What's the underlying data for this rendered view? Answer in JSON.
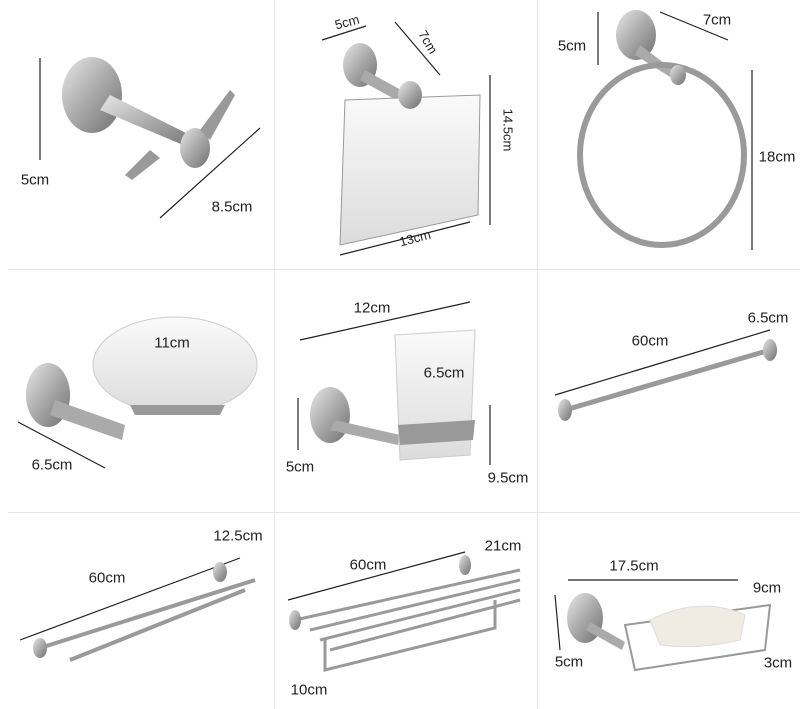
{
  "products": [
    {
      "name": "robe-hook",
      "dims": [
        "5cm",
        "8.5cm"
      ]
    },
    {
      "name": "toilet-paper-holder",
      "dims": [
        "5cm",
        "7cm",
        "14.5cm",
        "13cm"
      ]
    },
    {
      "name": "towel-ring",
      "dims": [
        "5cm",
        "7cm",
        "18cm"
      ]
    },
    {
      "name": "soap-dish-holder",
      "dims": [
        "11cm",
        "6.5cm"
      ]
    },
    {
      "name": "tumbler-holder",
      "dims": [
        "12cm",
        "6.5cm",
        "5cm",
        "9.5cm"
      ]
    },
    {
      "name": "single-towel-bar",
      "dims": [
        "60cm",
        "6.5cm"
      ]
    },
    {
      "name": "double-towel-bar",
      "dims": [
        "12.5cm",
        "60cm"
      ]
    },
    {
      "name": "towel-shelf",
      "dims": [
        "60cm",
        "21cm",
        "10cm"
      ]
    },
    {
      "name": "soap-basket",
      "dims": [
        "17.5cm",
        "9cm",
        "5cm",
        "3cm"
      ]
    }
  ],
  "colors": {
    "metal": "#b8b8b8",
    "metal_dark": "#7d7d7d",
    "line": "#222222",
    "grid": "#e6e6e6"
  }
}
